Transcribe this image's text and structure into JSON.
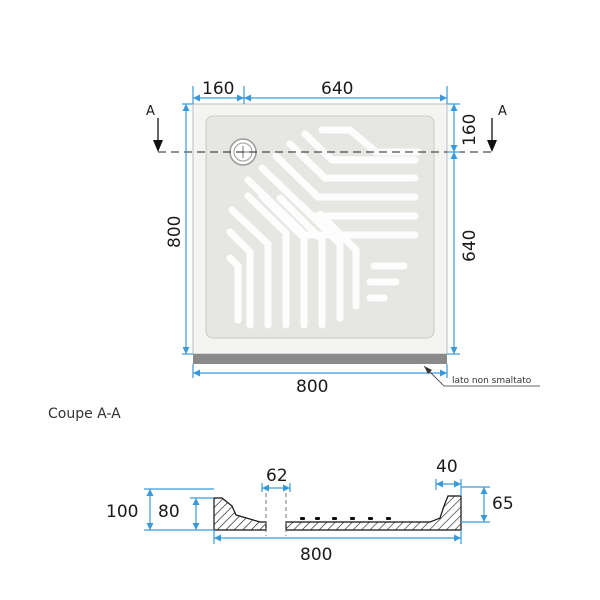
{
  "top_view": {
    "dim_top_left": "160",
    "dim_top_right": "640",
    "dim_left": "800",
    "dim_right_top": "160",
    "dim_right_main": "640",
    "dim_bottom": "800",
    "section_mark_left": "A",
    "section_mark_right": "A",
    "note_unglazed": "lato non smaltato"
  },
  "section": {
    "caption": "Coupe A-A",
    "dim_drain": "62",
    "dim_rim": "40",
    "dim_total_height": "100",
    "dim_inner_height": "80",
    "dim_rim_height": "65",
    "dim_width": "800"
  },
  "colors": {
    "dimension_line": "#3a9ad9",
    "tray_fill": "#e6e6e2",
    "tray_groove": "#cfcfcb",
    "unglazed_edge": "#8a8a8a"
  }
}
